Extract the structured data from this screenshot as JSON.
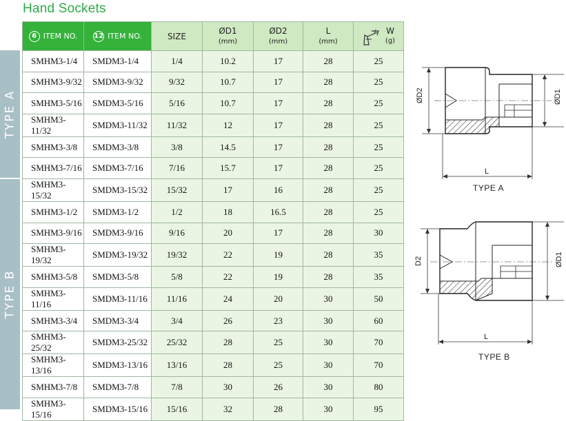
{
  "title": "Hand Sockets",
  "side_labels": {
    "type_a": "TYPE A",
    "type_b": "TYPE B"
  },
  "headers": {
    "item_no_6": {
      "badge": "6",
      "label": "ITEM NO."
    },
    "item_no_12": {
      "badge": "12",
      "label": "ITEM NO."
    },
    "size": "SIZE",
    "d1": {
      "label": "ØD1",
      "unit": "(mm)"
    },
    "d2": {
      "label": "ØD2",
      "unit": "(mm)"
    },
    "l": {
      "label": "L",
      "unit": "(mm)"
    },
    "w": {
      "label": "W",
      "unit": "(g)",
      "icon": "scale-weight-icon"
    }
  },
  "rows": [
    {
      "item6": "SMHM3-1/4",
      "item12": "SMDM3-1/4",
      "size": "1/4",
      "d1": "10.2",
      "d2": "17",
      "l": "28",
      "w": "25"
    },
    {
      "item6": "SMHM3-9/32",
      "item12": "SMDM3-9/32",
      "size": "9/32",
      "d1": "10.7",
      "d2": "17",
      "l": "28",
      "w": "25"
    },
    {
      "item6": "SMHM3-5/16",
      "item12": "SMDM3-5/16",
      "size": "5/16",
      "d1": "10.7",
      "d2": "17",
      "l": "28",
      "w": "25"
    },
    {
      "item6": "SMHM3-11/32",
      "item12": "SMDM3-11/32",
      "size": "11/32",
      "d1": "12",
      "d2": "17",
      "l": "28",
      "w": "25"
    },
    {
      "item6": "SMHM3-3/8",
      "item12": "SMDM3-3/8",
      "size": "3/8",
      "d1": "14.5",
      "d2": "17",
      "l": "28",
      "w": "25"
    },
    {
      "item6": "SMHM3-7/16",
      "item12": "SMDM3-7/16",
      "size": "7/16",
      "d1": "15.7",
      "d2": "17",
      "l": "28",
      "w": "25"
    },
    {
      "item6": "SMHM3-15/32",
      "item12": "SMDM3-15/32",
      "size": "15/32",
      "d1": "17",
      "d2": "16",
      "l": "28",
      "w": "25"
    },
    {
      "item6": "SMHM3-1/2",
      "item12": "SMDM3-1/2",
      "size": "1/2",
      "d1": "18",
      "d2": "16.5",
      "l": "28",
      "w": "25"
    },
    {
      "item6": "SMHM3-9/16",
      "item12": "SMDM3-9/16",
      "size": "9/16",
      "d1": "20",
      "d2": "17",
      "l": "28",
      "w": "30"
    },
    {
      "item6": "SMHM3-19/32",
      "item12": "SMDM3-19/32",
      "size": "19/32",
      "d1": "22",
      "d2": "19",
      "l": "28",
      "w": "35"
    },
    {
      "item6": "SMHM3-5/8",
      "item12": "SMDM3-5/8",
      "size": "5/8",
      "d1": "22",
      "d2": "19",
      "l": "28",
      "w": "35"
    },
    {
      "item6": "SMHM3-11/16",
      "item12": "SMDM3-11/16",
      "size": "11/16",
      "d1": "24",
      "d2": "20",
      "l": "30",
      "w": "50"
    },
    {
      "item6": "SMHM3-3/4",
      "item12": "SMDM3-3/4",
      "size": "3/4",
      "d1": "26",
      "d2": "23",
      "l": "30",
      "w": "60"
    },
    {
      "item6": "SMHM3-25/32",
      "item12": "SMDM3-25/32",
      "size": "25/32",
      "d1": "28",
      "d2": "25",
      "l": "30",
      "w": "70"
    },
    {
      "item6": "SMHM3-13/16",
      "item12": "SMDM3-13/16",
      "size": "13/16",
      "d1": "28",
      "d2": "25",
      "l": "30",
      "w": "70"
    },
    {
      "item6": "SMHM3-7/8",
      "item12": "SMDM3-7/8",
      "size": "7/8",
      "d1": "30",
      "d2": "26",
      "l": "30",
      "w": "80"
    },
    {
      "item6": "SMHM3-15/16",
      "item12": "SMDM3-15/16",
      "size": "15/16",
      "d1": "32",
      "d2": "28",
      "l": "30",
      "w": "95"
    }
  ],
  "drawing_a": {
    "caption": "TYPE A",
    "label_d1": "ØD1",
    "label_d2": "ØD2",
    "label_l": "L"
  },
  "drawing_b": {
    "caption": "TYPE B",
    "label_d1": "ØD1",
    "label_d2": "D2",
    "label_l": "L"
  },
  "colors": {
    "title_green": "#2eaa46",
    "header_green": "#34b23a",
    "header_light": "#cfe9c3",
    "cell_light": "#eaf6e3",
    "side_label": "#a8bfc6",
    "separator": "#d08ad0"
  }
}
